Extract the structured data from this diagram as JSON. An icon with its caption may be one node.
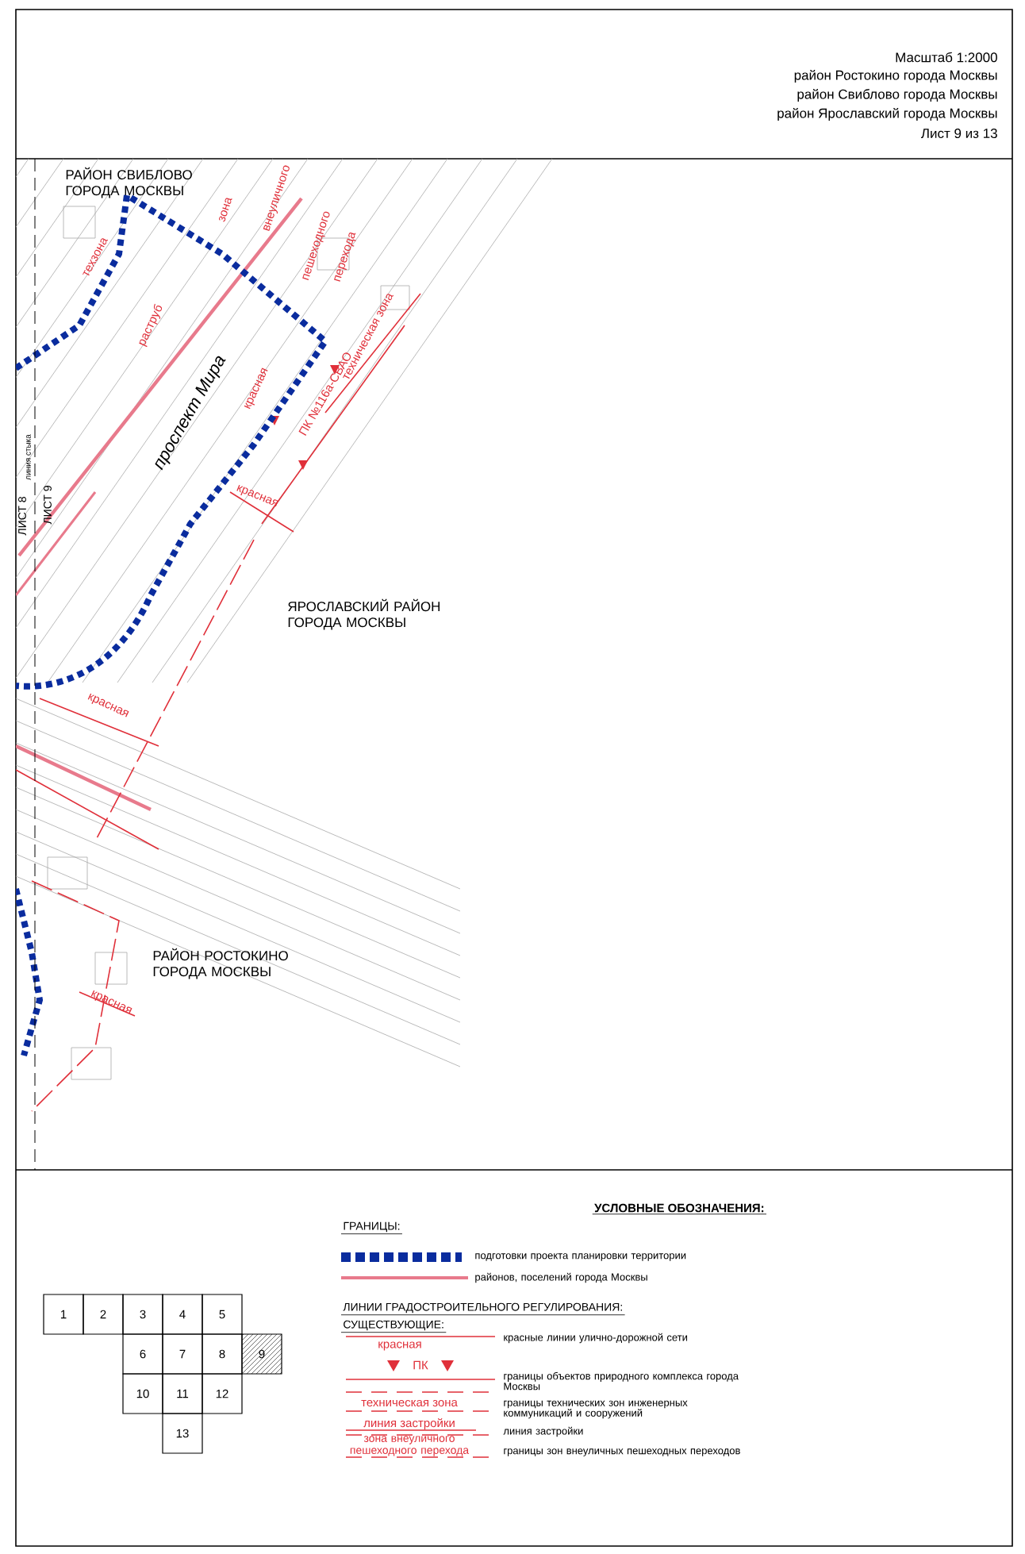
{
  "diagram": {
    "nodes": [
      {
        "text": [
          "1"
        ]
      },
      {
        "text": [
          "2"
        ]
      },
      {
        "text": [
          "3"
        ]
      },
      {
        "text": [
          "4"
        ]
      },
      {
        "text": [
          "5"
        ]
      },
      {
        "text": [
          "6"
        ]
      },
      {
        "text": [
          "7"
        ]
      },
      {
        "text": [
          "8"
        ]
      },
      {
        "text": [
          "9"
        ]
      },
      {
        "text": [
          "10"
        ]
      },
      {
        "text": [
          "11"
        ]
      },
      {
        "text": [
          "12"
        ]
      },
      {
        "text": [
          "13"
        ]
      }
    ],
    "labels": [
      "Масштаб 1:2000",
      "район Ростокино города Москвы",
      "район Свиблово города Москвы",
      "район Ярославский города Москвы",
      "Лист 9 из 13",
      "РАЙОН СВИБЛОВО ГОРОДА МОСКВЫ",
      "техзона",
      "зона",
      "внеуличного",
      "пешеходного",
      "перехода",
      "раструб",
      "проспект Мира",
      "красная",
      "ПК №116а-СВАО",
      "техническая зона",
      "красная",
      "ЛИСТ 8",
      "линия стыка",
      "ЛИСТ 9",
      "ЯРОСЛАВСКИЙ РАЙОН ГОРОДА МОСКВЫ",
      "красная",
      "РАЙОН РОСТОКИНО ГОРОДА МОСКВЫ",
      "красная",
      "УСЛОВНЫЕ ОБОЗНАЧЕНИЯ:",
      "ГРАНИЦЫ:",
      "ЛИНИИ ГРАДОСТРОИТЕЛЬНОГО РЕГУЛИРОВАНИЯ:",
      "СУЩЕСТВУЮЩИЕ:",
      "красная",
      "ПК",
      "техническая зона",
      "линия застройки",
      "зона внеуличного пешеходного перехода"
    ],
    "legend": [
      {
        "text": "подготовки проекта планировки территории"
      },
      {
        "text": "районов, поселений города Москвы"
      },
      {
        "text": "красные линии улично-дорожной сети"
      },
      {
        "text": "границы объектов природного комплекса города Москвы"
      },
      {
        "text": "границы технических зон инженерных коммуникаций и сооружений"
      },
      {
        "text": "линия застройки"
      },
      {
        "text": "границы зон внеуличных пешеходных переходов"
      }
    ]
  }
}
